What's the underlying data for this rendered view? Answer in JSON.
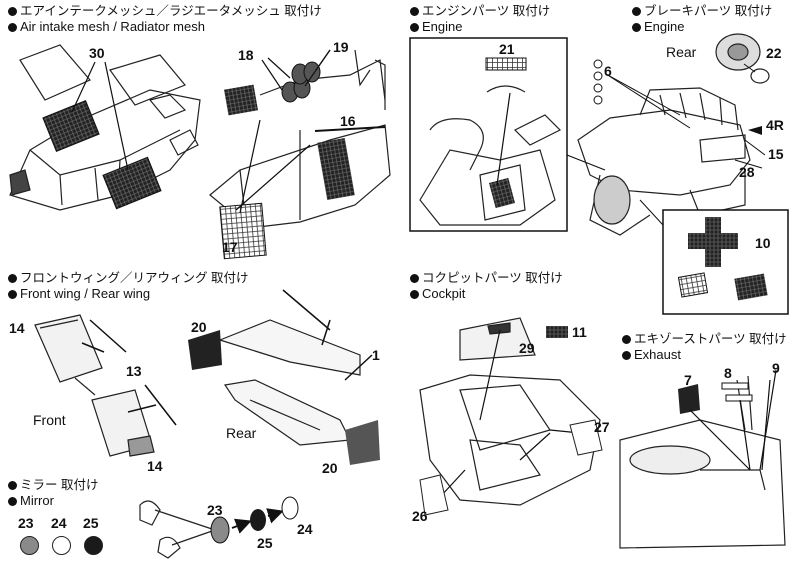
{
  "sections": {
    "intake": {
      "jp": "エアインテークメッシュ／ラジエータメッシュ 取付け",
      "en": "Air intake mesh / Radiator mesh"
    },
    "engine": {
      "jp": "エンジンパーツ 取付け",
      "en": "Engine"
    },
    "brake": {
      "jp": "ブレーキパーツ 取付け",
      "en": "Engine"
    },
    "wing": {
      "jp": "フロントウィング／リアウィング 取付け",
      "en": "Front wing / Rear wing"
    },
    "cockpit": {
      "jp": "コクピットパーツ 取付け",
      "en": "Cockpit"
    },
    "exhaust": {
      "jp": "エキゾーストパーツ 取付け",
      "en": "Exhaust"
    },
    "mirror": {
      "jp": "ミラー 取付け",
      "en": "Mirror"
    }
  },
  "labels": {
    "p30": "30",
    "p19": "19",
    "p18": "18",
    "p16": "16",
    "p17": "17",
    "p21": "21",
    "p6": "6",
    "p22": "22",
    "p4r": "4R",
    "p15": "15",
    "p28": "28",
    "p10": "10",
    "p14a": "14",
    "p13": "13",
    "p14b": "14",
    "p20a": "20",
    "p1": "1",
    "p20b": "20",
    "p11": "11",
    "p29": "29",
    "p27": "27",
    "p26": "26",
    "p7": "7",
    "p8": "8",
    "p9": "9",
    "p23": "23",
    "p25": "25",
    "p24": "24",
    "c23": "23",
    "c24": "24",
    "c25": "25"
  },
  "tags": {
    "rear_brake": "Rear",
    "front": "Front",
    "rear_wing": "Rear"
  },
  "colors": {
    "c23": "#8a8a8a",
    "c24": "#ffffff",
    "c25": "#1a1a1a"
  }
}
